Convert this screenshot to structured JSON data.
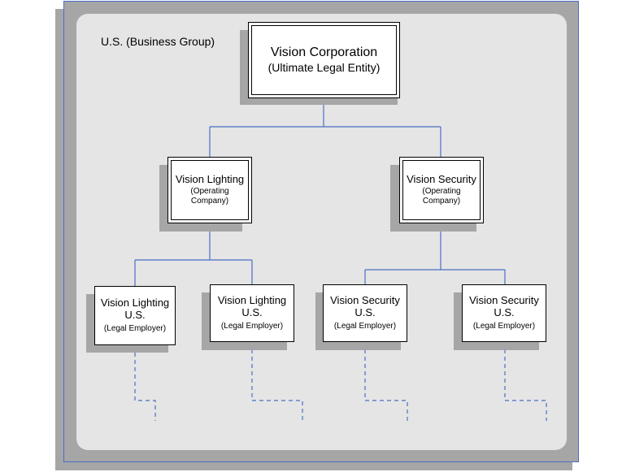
{
  "group_label": "U.S. (Business Group)",
  "colors": {
    "connector": "#4a6fc4",
    "shadow": "#a6a6a6",
    "panel": "#e5e5e5",
    "frame": "#a6a6a6"
  },
  "root": {
    "title": "Vision Corporation",
    "subtitle": "(Ultimate Legal Entity)"
  },
  "companies": [
    {
      "title": "Vision Lighting",
      "subtitle": "(Operating Company)"
    },
    {
      "title": "Vision Security",
      "subtitle": "(Operating Company)"
    }
  ],
  "employers": [
    {
      "title": "Vision Lighting U.S.",
      "subtitle": "(Legal Employer)"
    },
    {
      "title": "Vision Lighting U.S.",
      "subtitle": "(Legal Employer)"
    },
    {
      "title": "Vision Security U.S.",
      "subtitle": "(Legal Employer)"
    },
    {
      "title": "Vision Security U.S.",
      "subtitle": "(Legal Employer)"
    }
  ]
}
